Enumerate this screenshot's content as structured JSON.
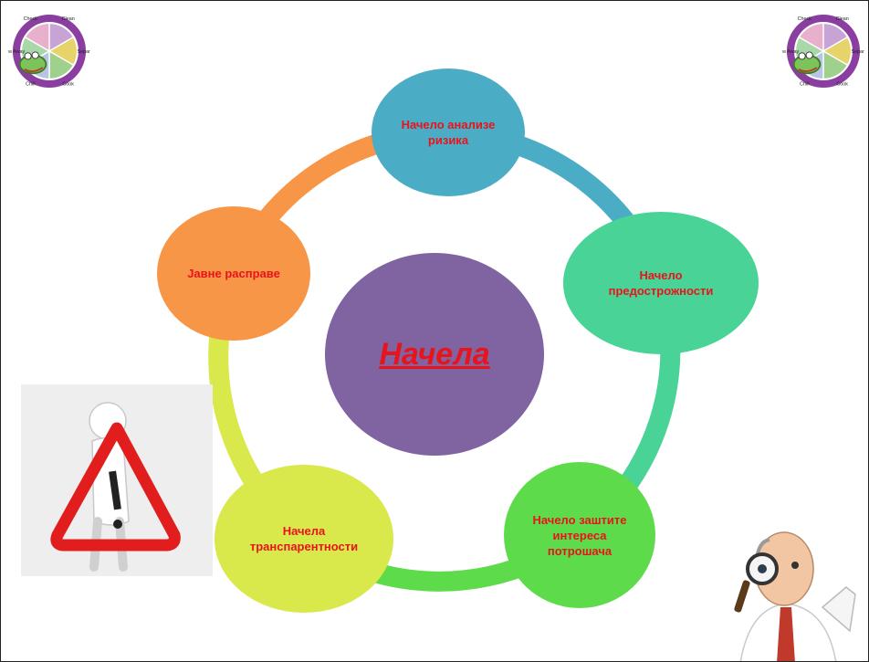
{
  "center": {
    "label": "Начела",
    "color": "#8063a1"
  },
  "nodes": [
    {
      "label": "Начело анализе\nризика",
      "color": "#4bacc6"
    },
    {
      "label": "Начело\nпредострожности",
      "color": "#4ad397"
    },
    {
      "label": "Начело заштите\nинтереса\nпотрошача",
      "color": "#5ddb4a"
    },
    {
      "label": "Начела\nтранспарентности",
      "color": "#d9e84a"
    },
    {
      "label": "Јавне расправе",
      "color": "#f79646"
    }
  ],
  "arcs": [
    {
      "from": 0,
      "to": 1,
      "color": "#4bacc6"
    },
    {
      "from": 1,
      "to": 2,
      "color": "#4ad397"
    },
    {
      "from": 2,
      "to": 3,
      "color": "#5ddb4a"
    },
    {
      "from": 3,
      "to": 4,
      "color": "#d9e84a"
    },
    {
      "from": 4,
      "to": 0,
      "color": "#f79646"
    }
  ],
  "logo": {
    "segment_labels": [
      "Clean",
      "Separate",
      "Cook",
      "Chill",
      "Throw Away",
      "Check"
    ],
    "segment_colors": [
      "#c7a3d6",
      "#e6d36a",
      "#9fd08c",
      "#b7c4e6",
      "#a8d7a8",
      "#e8b0cc"
    ],
    "ring_color": "#8a3fa0"
  }
}
